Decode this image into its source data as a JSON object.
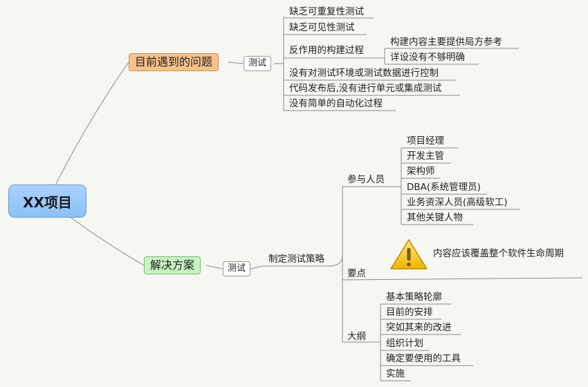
{
  "root": "XX项目",
  "problems": {
    "title": "目前遇到的问题",
    "box": "测试",
    "items": [
      "缺乏可重复性测试",
      "缺乏可见性测试",
      "反作用的构建过程",
      "没有对测试环境或测试数据进行控制",
      "代码发布后,没有进行单元或集成测试",
      "没有简单的自动化过程"
    ],
    "sub_items": [
      "构建内容主要提供局方参考",
      "详设没有不够明确"
    ]
  },
  "solution": {
    "title": "解决方案",
    "box": "测试",
    "strategy": "制定测试策略",
    "participants": {
      "label": "参与人员",
      "items": [
        "项目经理",
        "开发主管",
        "架构师",
        "DBA(系统管理员)",
        "业务资深人员(高级软工)",
        "其他关键人物"
      ]
    },
    "keypoints": {
      "label": "要点",
      "note": "内容应该覆盖整个软件生命周期"
    },
    "outline": {
      "label": "大纲",
      "items": [
        "基本策略轮廓",
        "目前的安排",
        "突如其来的改进",
        "组织计划",
        "确定要使用的工具",
        "实施"
      ]
    }
  },
  "icons": {
    "warning": "warning-icon"
  },
  "colors": {
    "root": "#9ccaff",
    "problems": "#f9c28d",
    "solution": "#c7f2c1",
    "line": "#8a8a8a"
  }
}
